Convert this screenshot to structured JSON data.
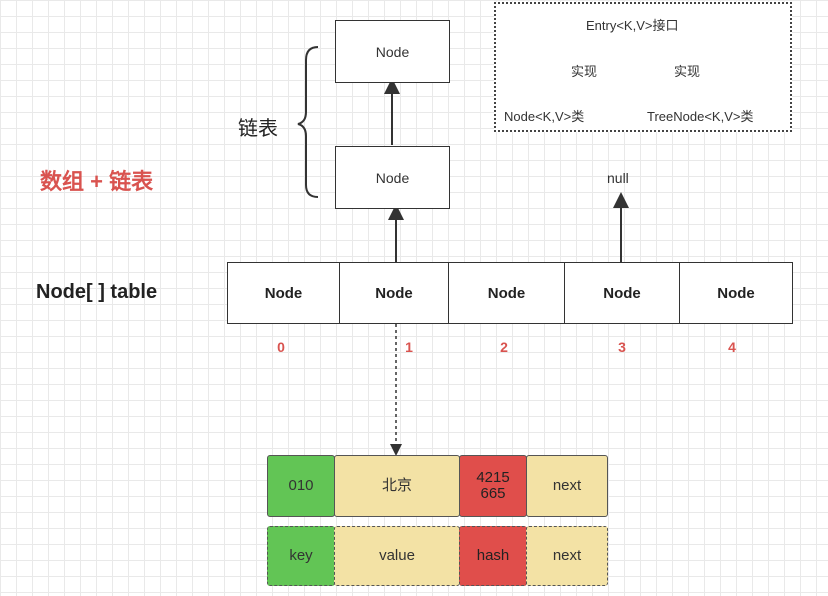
{
  "title": "数组 + 链表",
  "linked_list_label": "链表",
  "table_label": "Node[ ] table",
  "chain_nodes": [
    "Node",
    "Node"
  ],
  "null_label": "null",
  "table_cells": [
    "Node",
    "Node",
    "Node",
    "Node",
    "Node"
  ],
  "indices": [
    "0",
    "1",
    "2",
    "3",
    "4"
  ],
  "legend": {
    "interface": "Entry<K,V>接口",
    "impl_left": "实现",
    "impl_right": "实现",
    "class_left": "Node<K,V>类",
    "class_right": "TreeNode<K,V>类"
  },
  "entry_values": {
    "key": "010",
    "value": "北京",
    "hash": "4215\n665",
    "next": "next"
  },
  "entry_fields": {
    "key": "key",
    "value": "value",
    "hash": "hash",
    "next": "next"
  },
  "colors": {
    "title": "#d9534f",
    "green": "#62c555",
    "yellow": "#f3e2a5",
    "red": "#e04e4b"
  }
}
